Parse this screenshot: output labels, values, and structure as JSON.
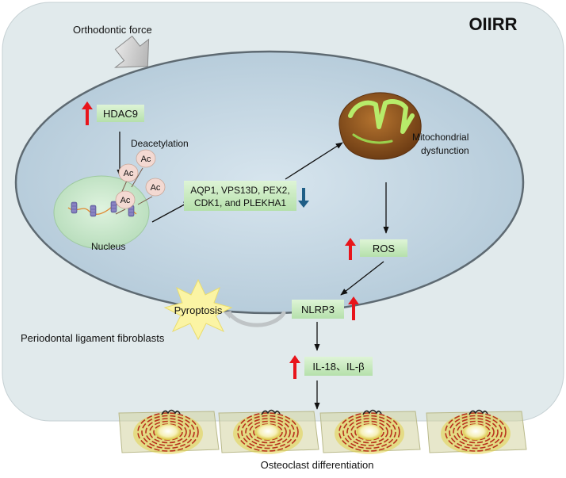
{
  "title": "OIIRR",
  "stimulus": "Orthodontic force",
  "hdac": "HDAC9",
  "process": "Deacetylation",
  "acetyl_label": "Ac",
  "nucleus": "Nucleus",
  "genes": [
    "AQP1, VPS13D, PEX2,",
    "CDK1, and PLEKHA1"
  ],
  "mito": [
    "Mitochondrial",
    "dysfunction"
  ],
  "ros": "ROS",
  "nlrp3": "NLRP3",
  "pyroptosis": "Pyroptosis",
  "cell": "Periodontal ligament fibroblasts",
  "cytokines": "IL-18、IL-β",
  "outcome": "Osteoclast differentiation",
  "colors": {
    "up_arrow": "#e8141b",
    "down_arrow": "#1f5e86",
    "box_green": "#c9ebc0",
    "background": "#e1eaec",
    "cell_fill": "#c3d6e2",
    "nucleus_fill": "#c6e6c8"
  }
}
